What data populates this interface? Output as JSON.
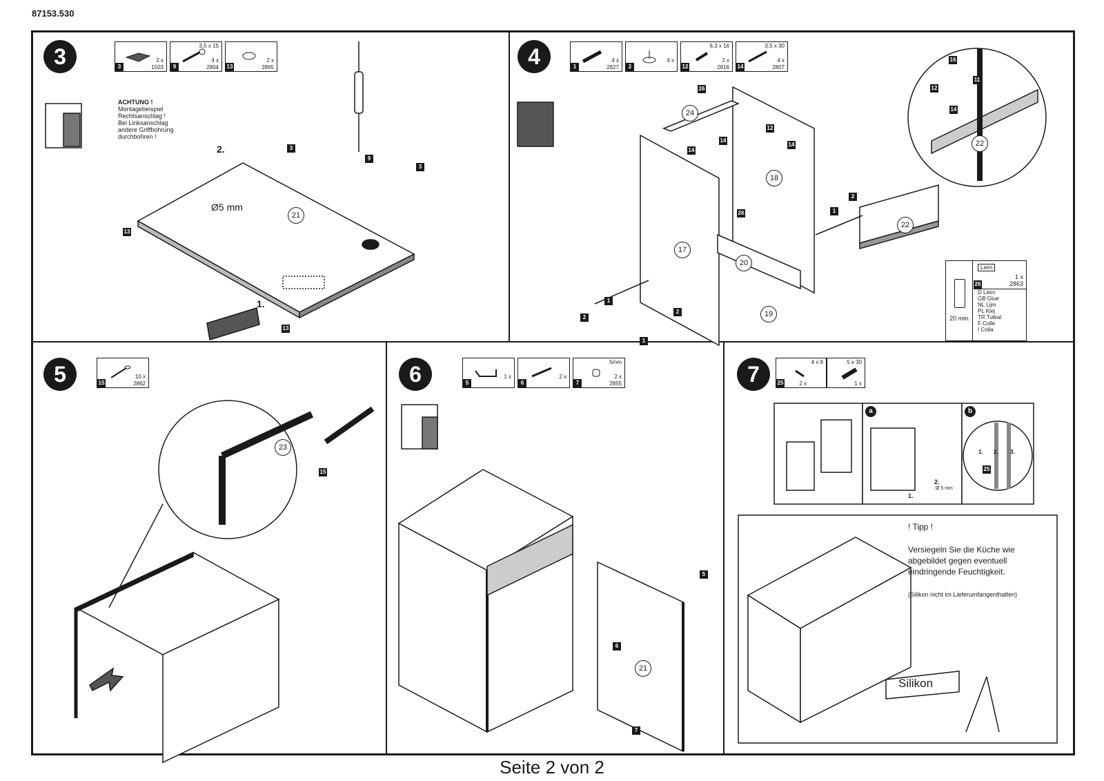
{
  "document_id": "87153.530",
  "footer": "Seite 2 von 2",
  "steps": [
    {
      "number": "3",
      "parts": [
        {
          "no": "3",
          "qty": "2 x",
          "code": "1503",
          "dim": ""
        },
        {
          "no": "9",
          "qty": "4 x",
          "code": "2804",
          "dim": "3,5 x 15"
        },
        {
          "no": "13",
          "qty": "2 x",
          "code": "2865",
          "dim": ""
        }
      ],
      "note_title": "ACHTUNG !",
      "note_lines": [
        "Montagebeispiel",
        "Rechtsanschlag !",
        "Bei Linksanschlag",
        "andere Griffbohrung",
        "durchbohren !"
      ],
      "drill_label": "Ø5 mm",
      "step_1": "1.",
      "step_2": "2.",
      "circled": [
        "21"
      ],
      "tags": [
        "3",
        "3",
        "9",
        "13",
        "13"
      ]
    },
    {
      "number": "4",
      "parts": [
        {
          "no": "1",
          "qty": "4 x",
          "code": "2827",
          "dim": ""
        },
        {
          "no": "2",
          "qty": "4 x",
          "code": "",
          "dim": ""
        },
        {
          "no": "12",
          "qty": "2 x",
          "code": "2816",
          "dim": "6,3 x 16"
        },
        {
          "no": "14",
          "qty": "4 x",
          "code": "2807",
          "dim": "3,5 x 30"
        }
      ],
      "circled": [
        "24",
        "18",
        "17",
        "20",
        "19",
        "22",
        "22"
      ],
      "tags": [
        "26",
        "14",
        "14",
        "12",
        "14",
        "26",
        "2",
        "1",
        "1",
        "2",
        "2",
        "1",
        "16",
        "11",
        "12",
        "14"
      ],
      "glue": {
        "no": "26",
        "qty": "1 x",
        "code": "2863",
        "label": "Leim",
        "time": "20 min.",
        "languages": [
          "D   Leim",
          "GB  Glue",
          "NL  Lijm",
          "PL  Klej",
          "TR  Tutkal",
          "F   Colle",
          "I   Colla"
        ]
      }
    },
    {
      "number": "5",
      "parts": [
        {
          "no": "15",
          "qty": "10 x",
          "code": "2862",
          "dim": ""
        }
      ],
      "circled": [
        "23"
      ],
      "tags": [
        "15"
      ]
    },
    {
      "number": "6",
      "parts": [
        {
          "no": "5",
          "qty": "1 x",
          "code": "",
          "dim": ""
        },
        {
          "no": "6",
          "qty": "2 x",
          "code": "",
          "dim": ""
        },
        {
          "no": "7",
          "qty": "2 x",
          "code": "2855",
          "dim": "5mm"
        }
      ],
      "circled": [
        "21"
      ],
      "tags": [
        "5",
        "6",
        "7"
      ]
    },
    {
      "number": "7",
      "parts": [
        {
          "no": "25",
          "qty": "2 x",
          "dim": "4 x 9"
        },
        {
          "no": "",
          "qty": "1 x",
          "dim": "5 x 30"
        }
      ],
      "sub_a": "a",
      "sub_b": "b",
      "seq": [
        "1.",
        "2.",
        "3."
      ],
      "sub_a_steps": [
        "2.",
        "1."
      ],
      "sub_a_drill": "Ø 5 mm",
      "tag_b": "25",
      "tip_title": "! Tipp !",
      "tip_text": "Versiegeln Sie die Küche wie abgebildet gegen eventuell eindringende Feuchtigkeit.",
      "tip_note": "(Silikon nicht im Lieferumfangenthalten)",
      "silikon": "Silikon"
    }
  ]
}
